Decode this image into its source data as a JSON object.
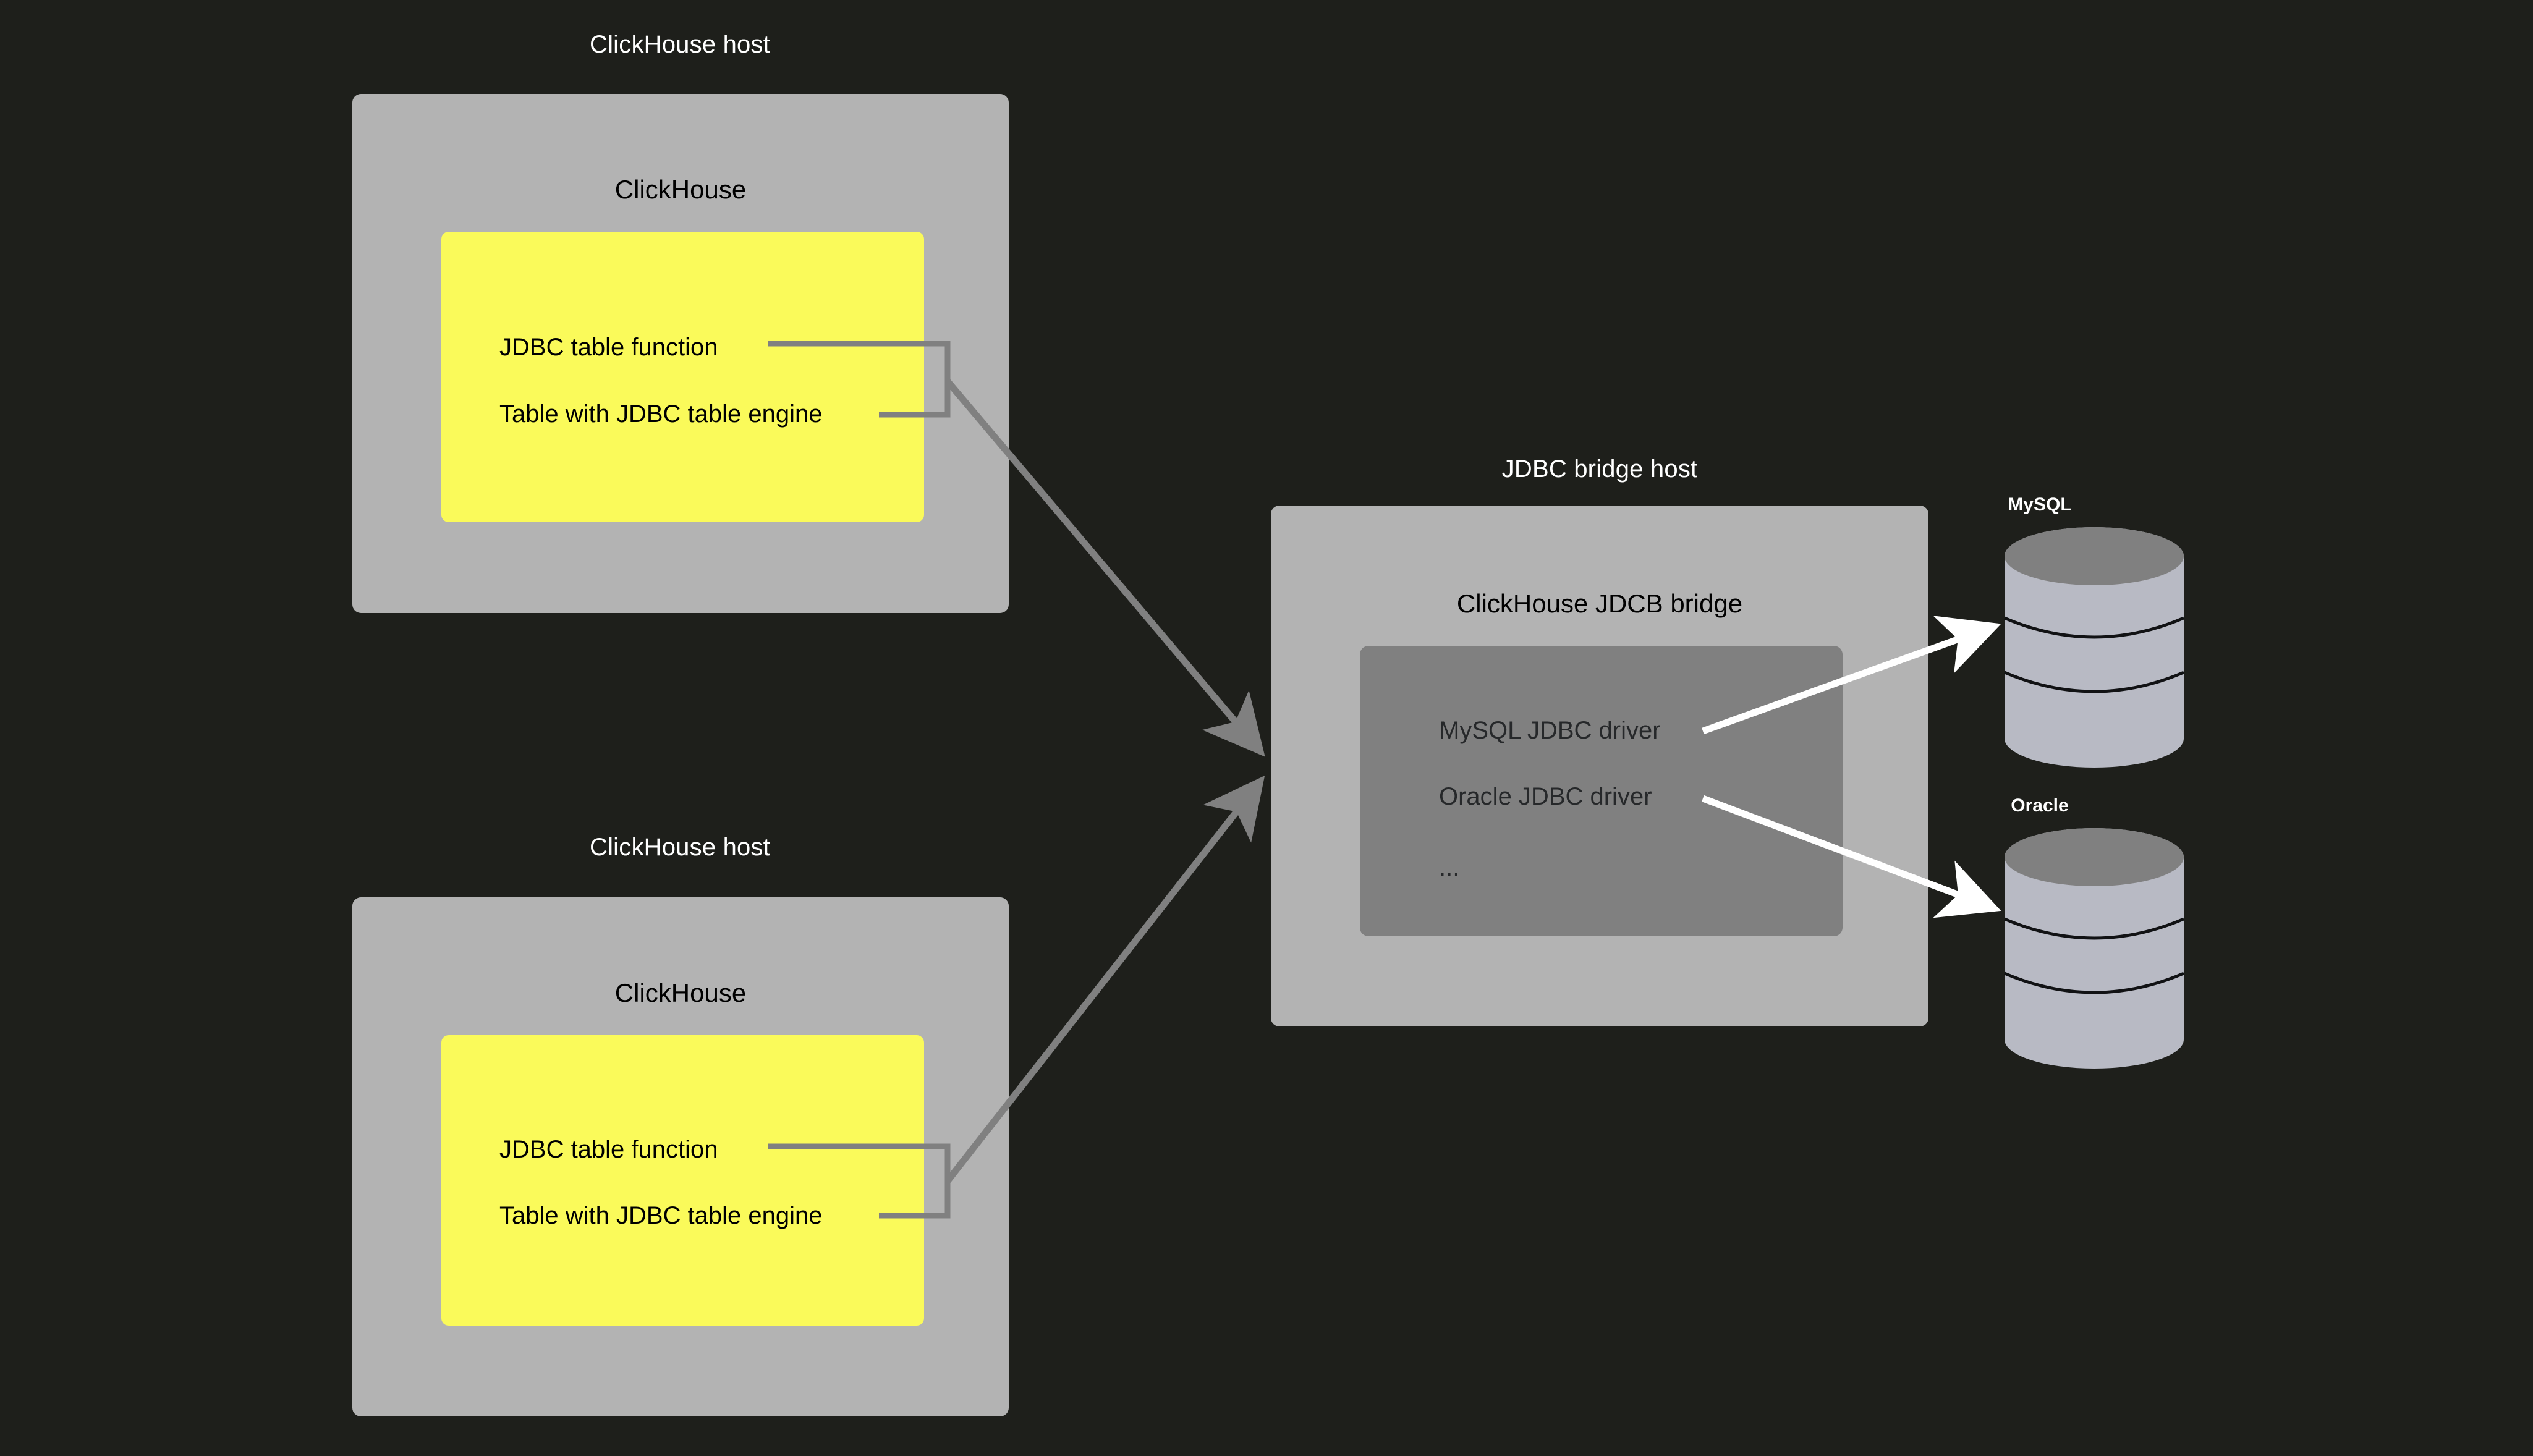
{
  "background_color": "#1e1f1b",
  "palette": {
    "host_box": "#b3b3b3",
    "yellow_box": "#fafa5a",
    "driver_box": "#808080",
    "gray_connector": "#808080",
    "white_arrow": "#ffffff",
    "cylinder_body": "#b8bac4",
    "cylinder_top": "#808080",
    "caption_text": "#ffffff",
    "box_text": "#000000",
    "driver_text": "#26282a"
  },
  "clickhouse_hosts": [
    {
      "caption": "ClickHouse host",
      "inner_title": "ClickHouse",
      "items": [
        "JDBC table function",
        "Table with JDBC table engine"
      ]
    },
    {
      "caption": "ClickHouse host",
      "inner_title": "ClickHouse",
      "items": [
        "JDBC table function",
        "Table with JDBC table engine"
      ]
    }
  ],
  "bridge_host": {
    "caption": "JDBC bridge host",
    "inner_title": "ClickHouse JDCB bridge",
    "drivers": [
      "MySQL JDBC  driver",
      "Oracle JDBC  driver",
      "..."
    ]
  },
  "databases": [
    {
      "label": "MySQL",
      "icon": "database-cylinder-icon"
    },
    {
      "label": "Oracle",
      "icon": "database-cylinder-icon"
    }
  ]
}
